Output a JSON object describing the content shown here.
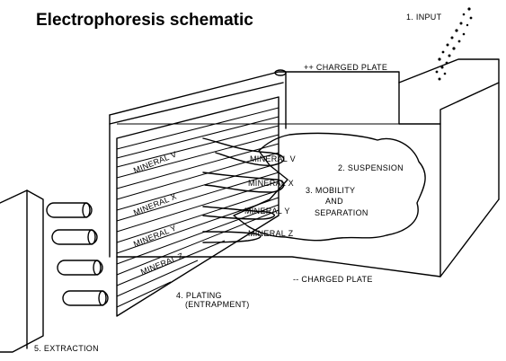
{
  "title": "Electrophoresis  schematic",
  "labels": {
    "input": "1.  INPUT",
    "positive_plate": "++ CHARGED PLATE",
    "suspension": "2.  SUSPENSION",
    "mobility": "3. MOBILITY",
    "and": "AND",
    "separation": "SEPARATION",
    "plating": "4. PLATING",
    "entrapment": "(ENTRAPMENT)",
    "negative_plate": "-- CHARGED PLATE",
    "extraction": "5. EXTRACTION"
  },
  "plate_minerals": [
    "MINERAL  V",
    "MINERAL  X",
    "MINERAL  Y",
    "MINERAL  Z"
  ],
  "stream_minerals": [
    "MINERAL  V",
    "MINERAL  X",
    "MINERAL  Y",
    "MINERAL  Z"
  ]
}
